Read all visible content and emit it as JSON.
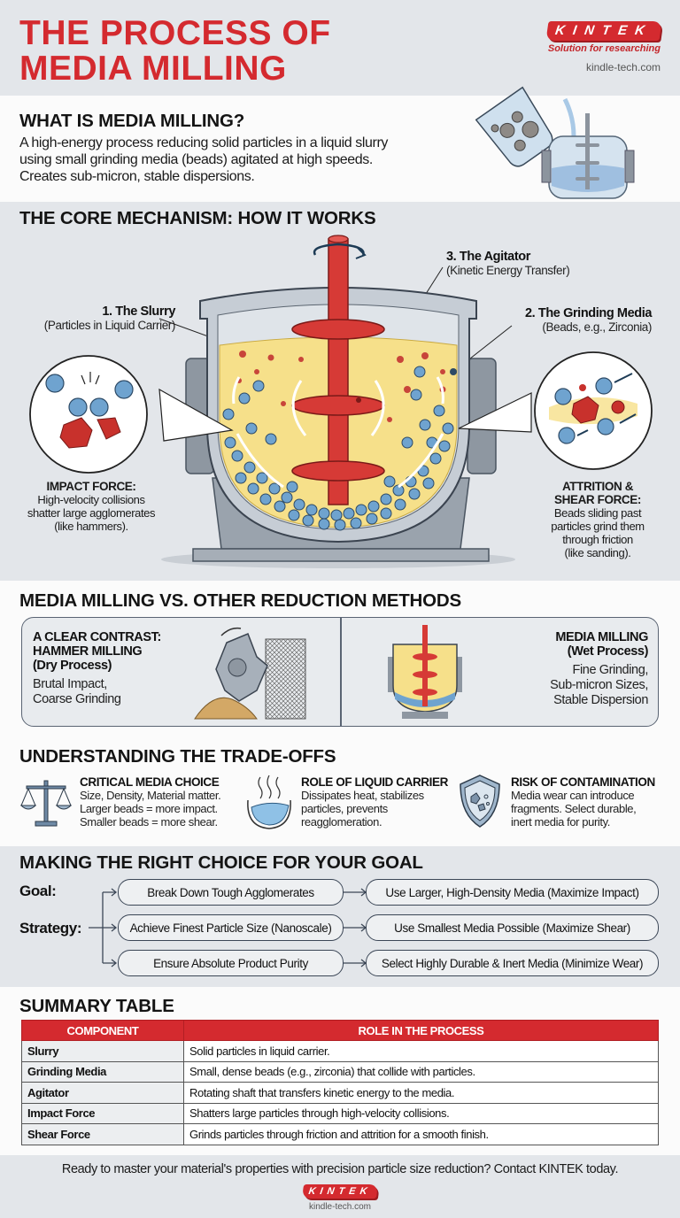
{
  "header": {
    "title_line1": "THE PROCESS OF",
    "title_line2": "MEDIA MILLING",
    "logo": "KINTEK",
    "tagline": "Solution for researching",
    "website": "kindle-tech.com"
  },
  "intro": {
    "heading": "WHAT IS MEDIA MILLING?",
    "line1": "A high-energy process reducing solid particles in a liquid slurry",
    "line2": "using small grinding media (beads) agitated at high speeds.",
    "line3": "Creates sub-micron, stable dispersions."
  },
  "mechanism": {
    "heading": "THE CORE MECHANISM: HOW IT WORKS",
    "slurry": {
      "title": "1. The Slurry",
      "sub": "(Particles in Liquid Carrier)"
    },
    "media": {
      "title": "2. The Grinding Media",
      "sub": "(Beads, e.g., Zirconia)"
    },
    "agitator": {
      "title": "3. The Agitator",
      "sub": "(Kinetic Energy Transfer)"
    },
    "impact": {
      "title": "IMPACT FORCE:",
      "line1": "High-velocity collisions",
      "line2": "shatter large agglomerates",
      "line3": "(like hammers)."
    },
    "shear": {
      "title1": "ATTRITION &",
      "title2": "SHEAR FORCE:",
      "line1": "Beads sliding past",
      "line2": "particles grind them",
      "line3": "through friction",
      "line4": "(like sanding)."
    }
  },
  "comparison": {
    "heading": "MEDIA MILLING VS. OTHER REDUCTION METHODS",
    "left": {
      "title1": "A CLEAR CONTRAST:",
      "title2": "HAMMER MILLING",
      "title3": "(Dry Process)",
      "desc1": "Brutal Impact,",
      "desc2": "Coarse Grinding"
    },
    "right": {
      "title1": "MEDIA MILLING",
      "title2": "(Wet Process)",
      "desc1": "Fine Grinding,",
      "desc2": "Sub-micron Sizes,",
      "desc3": "Stable Dispersion"
    }
  },
  "tradeoffs": {
    "heading": "UNDERSTANDING THE TRADE-OFFS",
    "items": [
      {
        "icon": "scale-icon",
        "title": "CRITICAL MEDIA CHOICE",
        "line1": "Size, Density, Material matter.",
        "line2": "Larger beads = more impact.",
        "line3": "Smaller beads = more shear."
      },
      {
        "icon": "liquid-bowl-icon",
        "title": "ROLE OF LIQUID CARRIER",
        "line1": "Dissipates heat, stabilizes",
        "line2": "particles, prevents",
        "line3": "reagglomeration."
      },
      {
        "icon": "shield-icon",
        "title": "RISK OF CONTAMINATION",
        "line1": "Media wear can introduce",
        "line2": "fragments. Select durable,",
        "line3": "inert media for purity."
      }
    ]
  },
  "choice": {
    "heading": "MAKING THE RIGHT CHOICE FOR YOUR GOAL",
    "goal_label": "Goal:",
    "strategy_label": "Strategy:",
    "rows": [
      {
        "goal": "Break Down Tough Agglomerates",
        "strategy": "Use Larger, High-Density Media (Maximize Impact)"
      },
      {
        "goal": "Achieve Finest Particle Size (Nanoscale)",
        "strategy": "Use Smallest Media Possible (Maximize Shear)"
      },
      {
        "goal": "Ensure Absolute Product Purity",
        "strategy": "Select Highly Durable & Inert Media (Minimize Wear)"
      }
    ]
  },
  "summary": {
    "heading": "SUMMARY TABLE",
    "columns": [
      "COMPONENT",
      "ROLE IN THE PROCESS"
    ],
    "rows": [
      [
        "Slurry",
        "Solid particles in liquid carrier."
      ],
      [
        "Grinding Media",
        "Small, dense beads (e.g., zirconia) that collide with particles."
      ],
      [
        "Agitator",
        "Rotating shaft that transfers kinetic energy to the media."
      ],
      [
        "Impact Force",
        "Shatters large particles through high-velocity collisions."
      ],
      [
        "Shear Force",
        "Grinds particles through friction and attrition for a smooth finish."
      ]
    ]
  },
  "footer": {
    "cta": "Ready to master your material's properties with precision particle size reduction? Contact KINTEK today.",
    "logo": "KINTEK",
    "website": "kindle-tech.com"
  },
  "colors": {
    "brand_red": "#d42a2f",
    "slurry_yellow": "#f6e08a",
    "bead_blue": "#6fa3cf",
    "steel_gray": "#9aa3ad",
    "background": "#e3e6ea"
  }
}
